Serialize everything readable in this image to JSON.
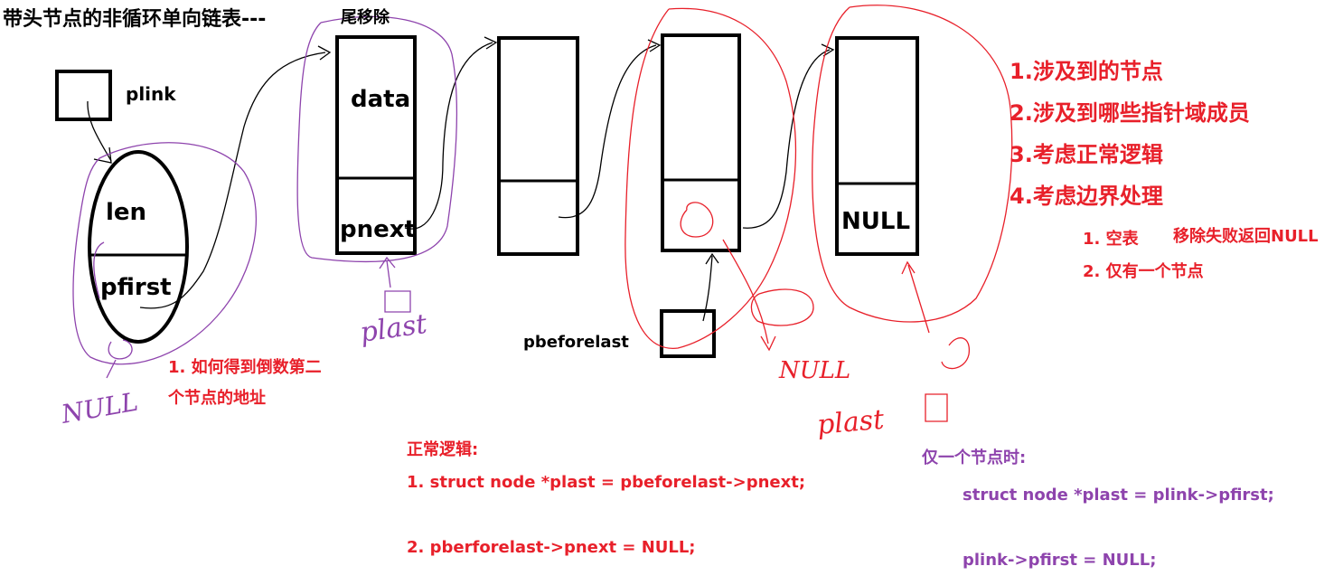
{
  "title": "带头节点的非循环单向链表---",
  "subtitle": "尾移除",
  "head": {
    "plink_label": "plink",
    "len_label": "len",
    "pfirst_label": "pfirst"
  },
  "nodes": {
    "first_data": "data",
    "first_pnext": "pnext",
    "last_value": "NULL",
    "pbeforelast_label": "pbeforelast"
  },
  "handwritten": {
    "null_left": "NULL",
    "plast_purple": "plast",
    "null_mid": "NULL",
    "plast_red": "plast"
  },
  "steps": {
    "s1": "1.涉及到的节点",
    "s2": "2.涉及到哪些指针域成员",
    "s3": "3.考虑正常逻辑",
    "s4": "4.考虑边界处理",
    "b1": "1. 空表",
    "b1_note": "移除失败返回NULL",
    "b2": "2. 仅有一个节点"
  },
  "question": {
    "line1": "1. 如何得到倒数第二",
    "line2": "个节点的地址"
  },
  "normal_logic": {
    "title": "正常逻辑:",
    "code1": "1. struct node *plast = pbeforelast->pnext;",
    "code2": "2. pberforelast->pnext = NULL;"
  },
  "single_node": {
    "title": "仅一个节点时:",
    "code1": "struct node *plast = plink->pfirst;",
    "code2": "plink->pfirst = NULL;"
  },
  "colors": {
    "ink": "#000000",
    "red": "#e8202a",
    "purple": "#8e44ad"
  }
}
